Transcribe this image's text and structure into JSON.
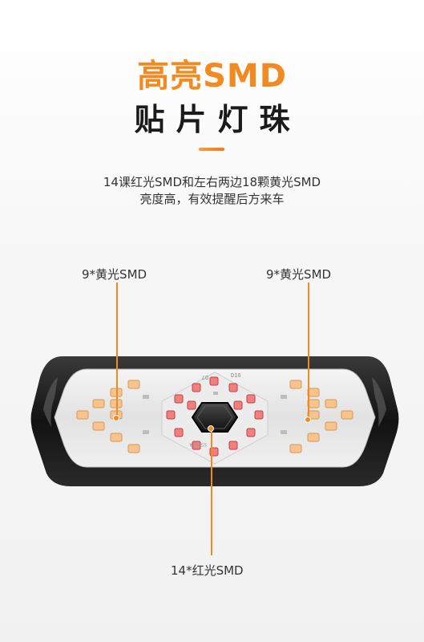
{
  "heading": {
    "line1": "高亮SMD",
    "line2": "贴片灯珠"
  },
  "description": {
    "line1": "14课红光SMD和左右两边18颗黄光SMD",
    "line2": "亮度高，有效提醒后方来车"
  },
  "callouts": {
    "left": "9*黄光SMD",
    "right": "9*黄光SMD",
    "bottom": "14*红光SMD"
  },
  "pcb_text": {
    "d7": "D7",
    "d16": "D16",
    "code": "S5304A"
  },
  "colors": {
    "accent": "#f28a22",
    "yellow_led": "#f5c08a",
    "red_led": "#ef5a5a",
    "body": "#1b1b1b"
  }
}
